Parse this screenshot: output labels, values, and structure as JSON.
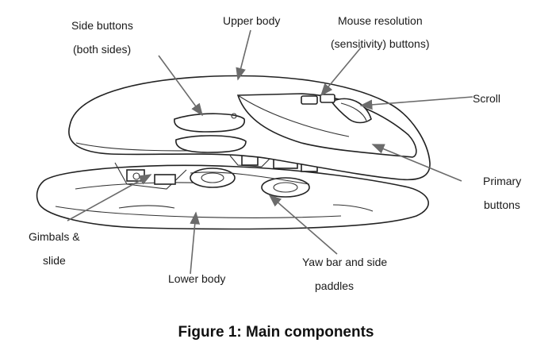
{
  "labels": {
    "side_buttons_1": "Side buttons",
    "side_buttons_2": "(both sides)",
    "upper_body": "Upper body",
    "mouse_resolution_1": "Mouse resolution",
    "mouse_resolution_2": "(sensitivity) buttons)",
    "scroll": "Scroll",
    "primary_1": "Primary",
    "primary_2": "buttons",
    "gimbals_1": "Gimbals &",
    "gimbals_2": "slide",
    "lower_body": "Lower body",
    "yaw_1": "Yaw bar and side",
    "yaw_2": "paddles"
  },
  "caption": "Figure 1: Main components"
}
